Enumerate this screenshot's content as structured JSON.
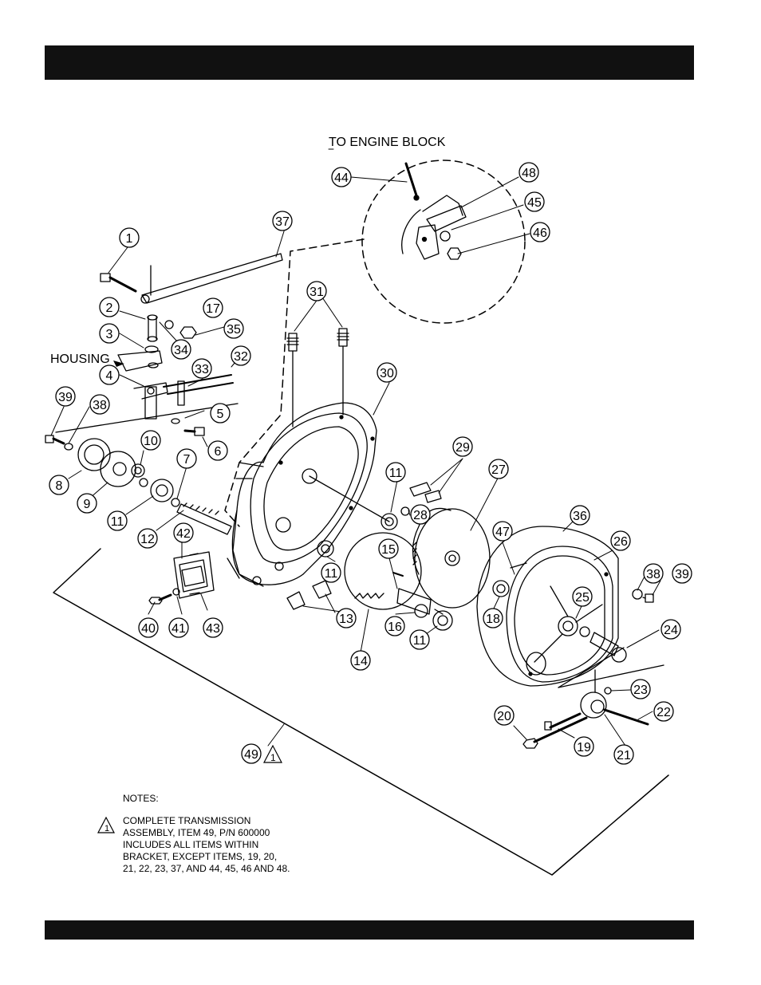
{
  "labels": {
    "to_engine_block": "TO ENGINE BLOCK",
    "housing": "HOUSING"
  },
  "callouts": [
    {
      "id": "c1",
      "text": "1"
    },
    {
      "id": "c2",
      "text": "2"
    },
    {
      "id": "c3",
      "text": "3"
    },
    {
      "id": "c4",
      "text": "4"
    },
    {
      "id": "c5",
      "text": "5"
    },
    {
      "id": "c6",
      "text": "6"
    },
    {
      "id": "c7",
      "text": "7"
    },
    {
      "id": "c8",
      "text": "8"
    },
    {
      "id": "c9",
      "text": "9"
    },
    {
      "id": "c10",
      "text": "10"
    },
    {
      "id": "c11a",
      "text": "11"
    },
    {
      "id": "c11b",
      "text": "11"
    },
    {
      "id": "c11c",
      "text": "11"
    },
    {
      "id": "c11d",
      "text": "11"
    },
    {
      "id": "c12",
      "text": "12"
    },
    {
      "id": "c13",
      "text": "13"
    },
    {
      "id": "c14",
      "text": "14"
    },
    {
      "id": "c15",
      "text": "15"
    },
    {
      "id": "c16",
      "text": "16"
    },
    {
      "id": "c17",
      "text": "17"
    },
    {
      "id": "c18",
      "text": "18"
    },
    {
      "id": "c19",
      "text": "19"
    },
    {
      "id": "c20",
      "text": "20"
    },
    {
      "id": "c21",
      "text": "21"
    },
    {
      "id": "c22",
      "text": "22"
    },
    {
      "id": "c23",
      "text": "23"
    },
    {
      "id": "c24",
      "text": "24"
    },
    {
      "id": "c25",
      "text": "25"
    },
    {
      "id": "c26",
      "text": "26"
    },
    {
      "id": "c27",
      "text": "27"
    },
    {
      "id": "c28",
      "text": "28"
    },
    {
      "id": "c29",
      "text": "29"
    },
    {
      "id": "c30",
      "text": "30"
    },
    {
      "id": "c31",
      "text": "31"
    },
    {
      "id": "c32",
      "text": "32"
    },
    {
      "id": "c33",
      "text": "33"
    },
    {
      "id": "c34",
      "text": "34"
    },
    {
      "id": "c35",
      "text": "35"
    },
    {
      "id": "c36",
      "text": "36"
    },
    {
      "id": "c37",
      "text": "37"
    },
    {
      "id": "c38a",
      "text": "38"
    },
    {
      "id": "c38b",
      "text": "38"
    },
    {
      "id": "c39a",
      "text": "39"
    },
    {
      "id": "c39b",
      "text": "39"
    },
    {
      "id": "c40",
      "text": "40"
    },
    {
      "id": "c41",
      "text": "41"
    },
    {
      "id": "c42",
      "text": "42"
    },
    {
      "id": "c43",
      "text": "43"
    },
    {
      "id": "c44",
      "text": "44"
    },
    {
      "id": "c45",
      "text": "45"
    },
    {
      "id": "c46",
      "text": "46"
    },
    {
      "id": "c47",
      "text": "47"
    },
    {
      "id": "c48",
      "text": "48"
    },
    {
      "id": "c49",
      "text": "49"
    }
  ],
  "note_marker": "1",
  "notes": {
    "title": "NOTES:",
    "marker": "1",
    "lines": [
      "COMPLETE TRANSMISSION",
      "ASSEMBLY, ITEM 49, P/N 600000",
      "INCLUDES ALL ITEMS WITHIN",
      "BRACKET, EXCEPT ITEMS, 19, 20,",
      "21, 22, 23, 37, AND 44, 45, 46 AND 48."
    ]
  }
}
